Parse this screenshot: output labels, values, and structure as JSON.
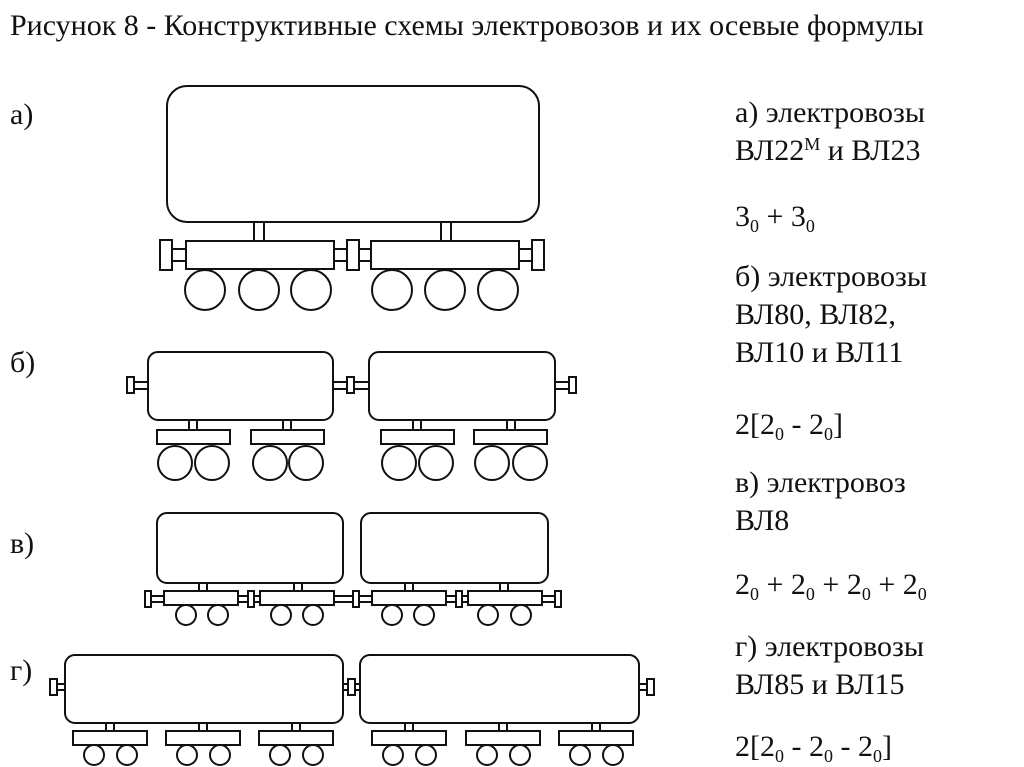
{
  "title": "Рисунок 8 - Конструктивные схемы электровозов и их осевые формулы",
  "labels": {
    "a": "а)",
    "b": "б)",
    "v": "в)",
    "g": "г)"
  },
  "descriptions": {
    "a_line1": "а) электровозы",
    "a_line2_prefix": "ВЛ22",
    "a_line2_sup": "М",
    "a_line2_suffix": " и ВЛ23",
    "b_line1": "б) электровозы",
    "b_line2": "ВЛ80, ВЛ82,",
    "b_line3": "ВЛ10 и ВЛ11",
    "v_line1": "в) электровоз",
    "v_line2": "ВЛ8",
    "g_line1": "г) электровозы",
    "g_line2": "ВЛ85 и ВЛ15"
  },
  "formulas": {
    "a": {
      "p1": "3",
      "s1": "0",
      "p2": " + 3",
      "s2": "0"
    },
    "b": {
      "p1": "2[2",
      "s1": "0",
      "p2": " - 2",
      "s2": "0",
      "p3": "]"
    },
    "v": {
      "p1": "2",
      "s1": "0",
      "p2": " + 2",
      "s2": "0",
      "p3": " + 2",
      "s3": "0",
      "p4": " + 2",
      "s4": "0"
    },
    "g": {
      "p1": "2[2",
      "s1": "0",
      "p2": " - 2",
      "s2": "0",
      "p3": " - 2",
      "s3": "0",
      "p4": "]"
    }
  }
}
